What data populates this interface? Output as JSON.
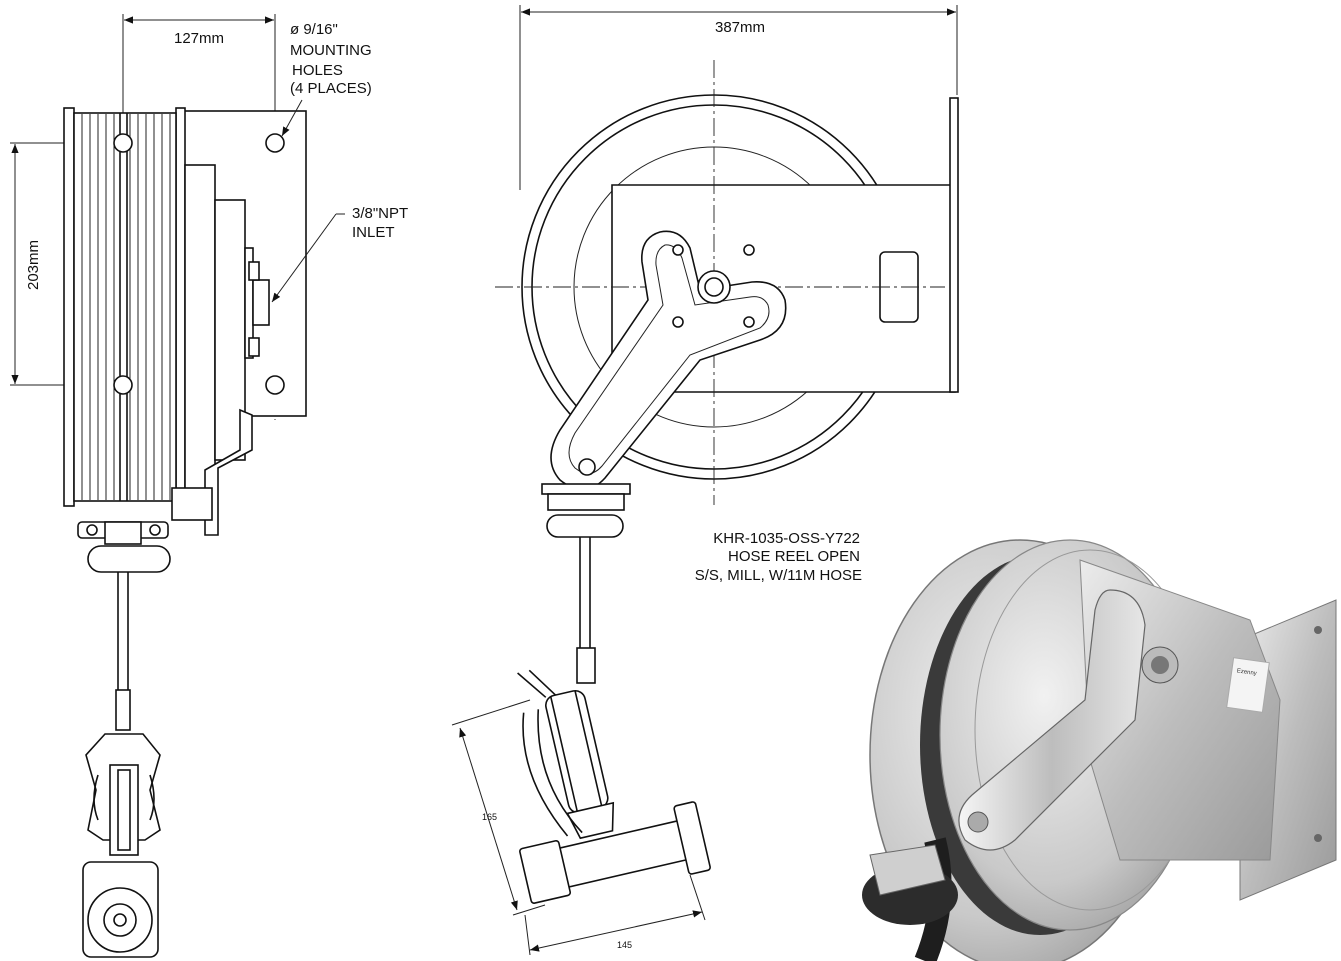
{
  "side_view": {
    "width_dim": "127mm",
    "height_dim": "203mm",
    "hole_note": [
      "ø 9/16\"",
      "MOUNTING",
      "HOLES",
      "(4 PLACES)"
    ],
    "inlet_note": [
      "3/8\"NPT",
      "INLET"
    ]
  },
  "front_view": {
    "width_dim": "387mm",
    "model_note": [
      "KHR-1035-OSS-Y722",
      "HOSE REEL OPEN",
      "S/S, MILL,  W/11M HOSE"
    ]
  },
  "nozzle_detail": {
    "height_dim": "165",
    "width_dim": "145"
  },
  "photo": {
    "label_text": "Ezenny"
  },
  "colors": {
    "line": "#111111",
    "steel_light": "#d9d9d9",
    "steel_dark": "#8c8c8c",
    "hose": "#2a2a2a"
  }
}
